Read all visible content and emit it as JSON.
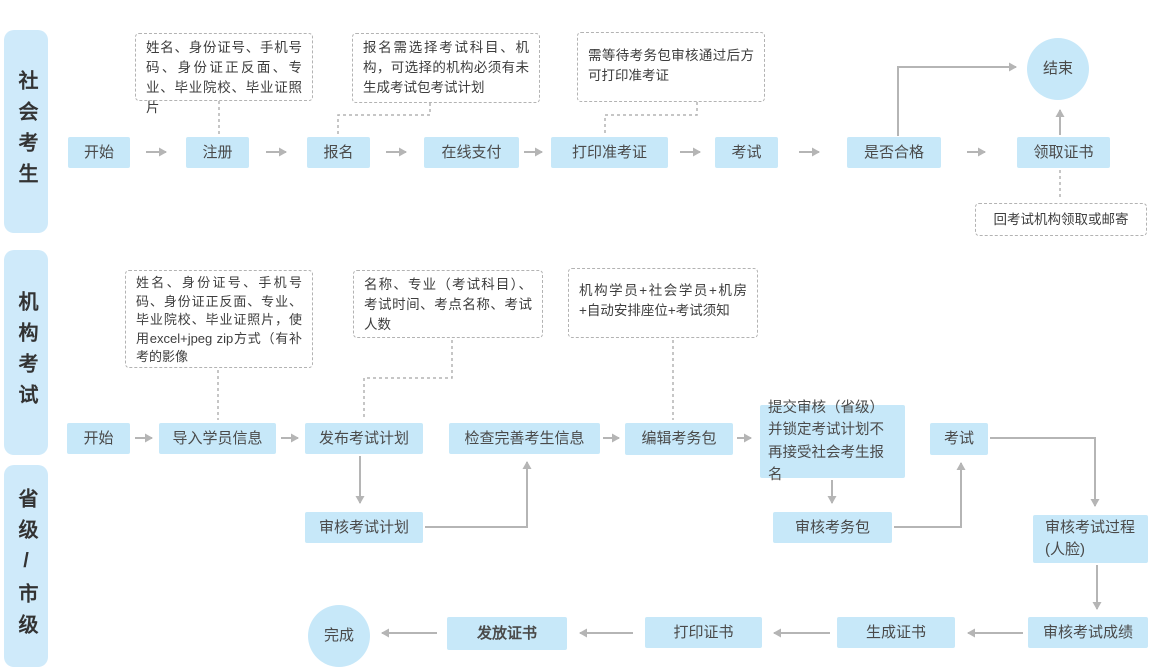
{
  "colors": {
    "node_fill": "#c7e8f9",
    "lane_fill": "#cfeafa",
    "arrow": "#b5b5b5",
    "note_border": "#b3b3b3",
    "text": "#4a4a4a"
  },
  "lanes": {
    "social": "社会考生",
    "org": "机构考试",
    "prov": "省级/市级"
  },
  "social": {
    "start": "开始",
    "register": "注册",
    "signup": "报名",
    "pay": "在线支付",
    "print_ticket": "打印准考证",
    "exam": "考试",
    "qualified": "是否合格",
    "receive_cert": "领取证书",
    "end": "结束",
    "note_register": "姓名、身份证号、手机号码、身份证正反面、专业、毕业院校、毕业证照片",
    "note_signup": "报名需选择考试科目、机构，可选择的机构必须有未生成考试包考试计划",
    "note_ticket": "需等待考务包审核通过后方可打印准考证",
    "note_receive": "回考试机构领取或邮寄"
  },
  "org": {
    "start": "开始",
    "import_students": "导入学员信息",
    "publish_plan": "发布考试计划",
    "check_info": "检查完善考生信息",
    "edit_pack": "编辑考务包",
    "submit_review": "提交审核（省级）并锁定考试计划不再接受社会考生报名",
    "exam": "考试",
    "note_import": "姓名、身份证号、手机号码、身份证正反面、专业、毕业院校、毕业证照片，使用excel+jpeg zip方式（有补考的影像",
    "note_plan": "名称、专业（考试科目）、考试时间、考点名称、考试人数",
    "note_pack": "机构学员+社会学员+机房+自动安排座位+考试须知"
  },
  "prov": {
    "review_plan": "审核考试计划",
    "review_pack": "审核考务包",
    "review_process": "审核考试过程(人脸)",
    "review_score": "审核考试成绩",
    "generate_cert": "生成证书",
    "print_cert": "打印证书",
    "issue_cert": "发放证书",
    "done": "完成"
  }
}
